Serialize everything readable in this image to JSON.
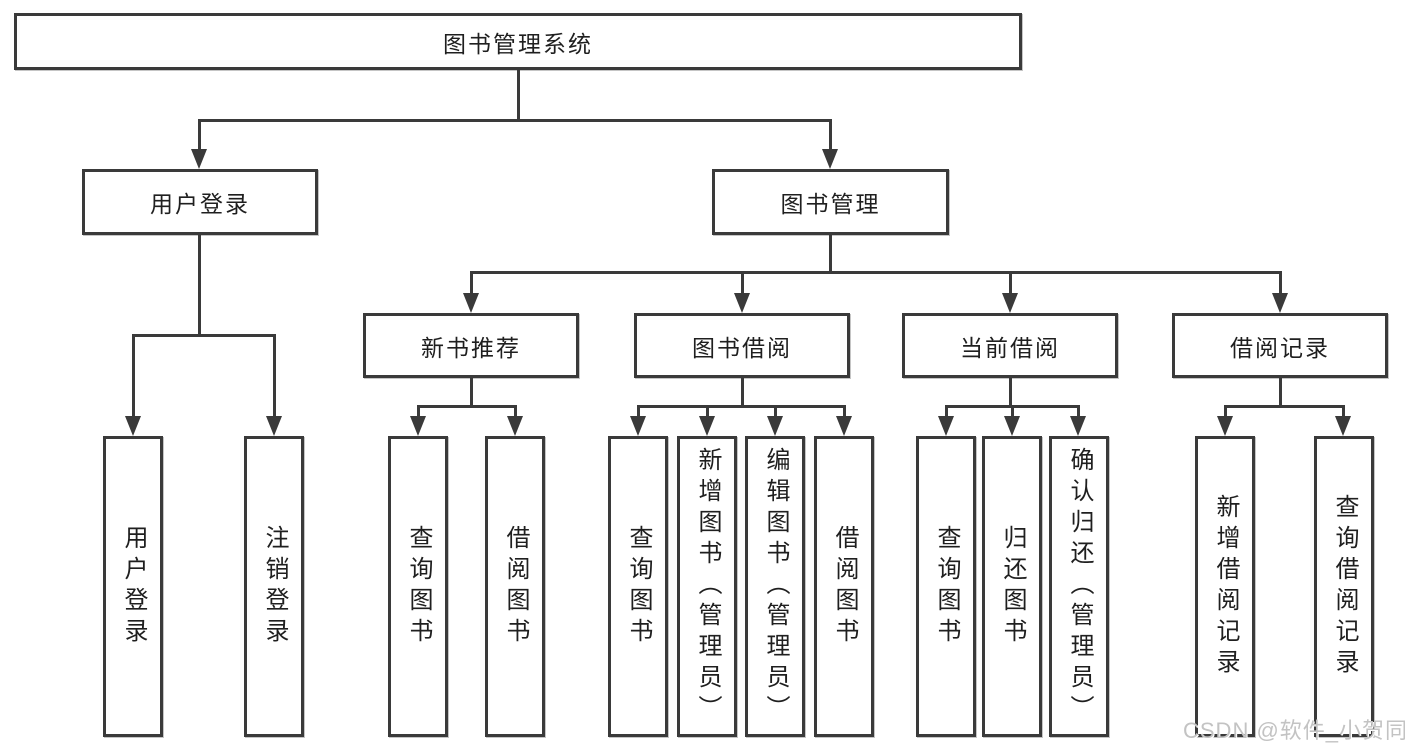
{
  "watermark": "CSDN @软件_小贺同学",
  "colors": {
    "background": "#ffffff",
    "line": "#3a3a3a",
    "box_border": "#3a3a3a",
    "text": "#1f1f1f",
    "watermark_text": "#c3c3c3"
  },
  "tree": {
    "label": "图书管理系统",
    "children": [
      {
        "label": "用户登录",
        "children": [
          {
            "label": "用户登录"
          },
          {
            "label": "注销登录"
          }
        ]
      },
      {
        "label": "图书管理",
        "children": [
          {
            "label": "新书推荐",
            "children": [
              {
                "label": "查询图书"
              },
              {
                "label": "借阅图书"
              }
            ]
          },
          {
            "label": "图书借阅",
            "children": [
              {
                "label": "查询图书"
              },
              {
                "label": "新增图书（管理员）"
              },
              {
                "label": "编辑图书（管理员）"
              },
              {
                "label": "借阅图书"
              }
            ]
          },
          {
            "label": "当前借阅",
            "children": [
              {
                "label": "查询图书"
              },
              {
                "label": "归还图书"
              },
              {
                "label": "确认归还（管理员）"
              }
            ]
          },
          {
            "label": "借阅记录",
            "children": [
              {
                "label": "新增借阅记录"
              },
              {
                "label": "查询借阅记录"
              }
            ]
          }
        ]
      }
    ]
  }
}
